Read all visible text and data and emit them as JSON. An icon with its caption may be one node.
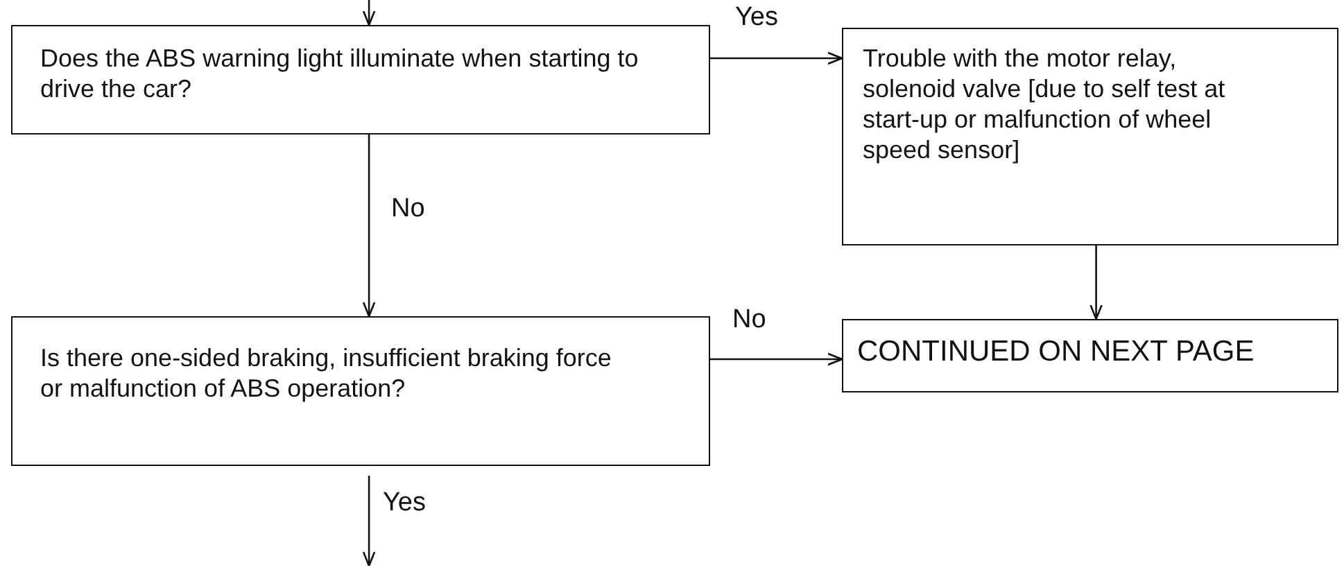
{
  "diagram": {
    "nodes": [
      {
        "text": [
          "Does the ABS warning light illuminate when starting to drive the car?"
        ]
      },
      {
        "text": [
          "Trouble with the motor relay, solenoid valve [due to self test at start-up or malfunction of wheel speed sensor]"
        ]
      },
      {
        "text": [
          "Is there one-sided braking, insufficient braking force or malfunction of ABS operation?"
        ]
      },
      {
        "text": [
          "CONTINUED ON NEXT PAGE"
        ]
      }
    ],
    "edges": [
      {
        "from": null,
        "to": 0,
        "arrow": "to"
      },
      {
        "from": 0,
        "to": 1,
        "arrow": "to",
        "label": "Yes"
      },
      {
        "from": 0,
        "to": 2,
        "arrow": "to",
        "label": "No"
      },
      {
        "from": 1,
        "to": 3,
        "arrow": "to"
      },
      {
        "from": 2,
        "to": 3,
        "arrow": "to",
        "label": "No"
      },
      {
        "from": 2,
        "to": null,
        "arrow": "to",
        "label": "Yes"
      }
    ]
  }
}
